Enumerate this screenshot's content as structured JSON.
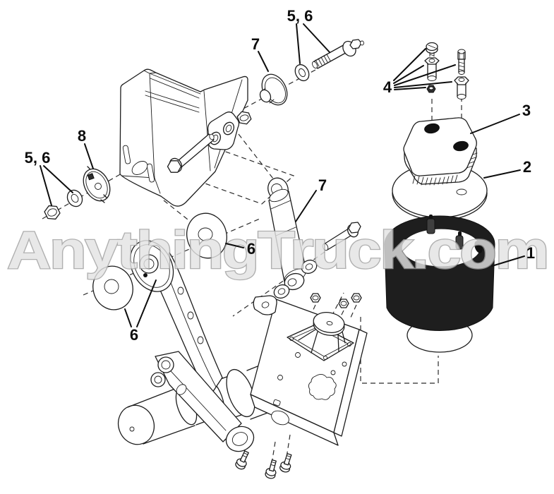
{
  "watermark": {
    "text": "AnythingTruck.com"
  },
  "callouts": [
    {
      "label": "5, 6"
    },
    {
      "label": "7"
    },
    {
      "label": "4"
    },
    {
      "label": "3"
    },
    {
      "label": "2"
    },
    {
      "label": "1"
    },
    {
      "label": "8"
    },
    {
      "label": "5, 6"
    },
    {
      "label": "6"
    },
    {
      "label": "7"
    },
    {
      "label": "6"
    }
  ],
  "colors": {
    "line": "#1c1c1c",
    "background": "#ffffff",
    "air_spring_black": "#1e1e1e",
    "stud_gray": "#3f3f3f",
    "watermark_fill": "#e3e3e3",
    "watermark_outline": "#9f9f9f"
  }
}
